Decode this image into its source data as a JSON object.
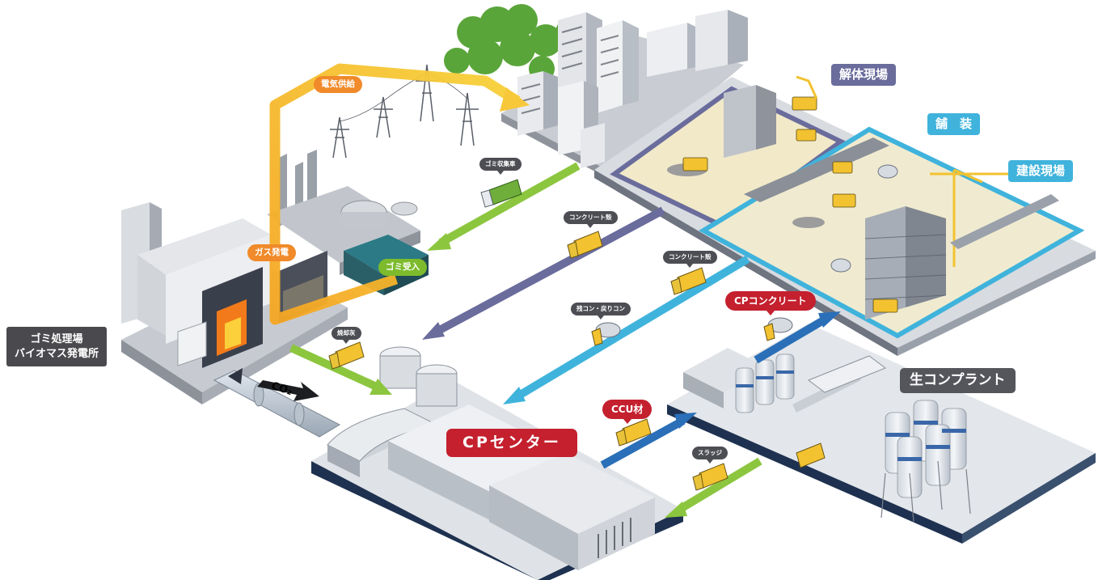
{
  "facilities": {
    "waste_plant": [
      "ゴミ処理場",
      "バイオマス発電所"
    ],
    "demolition": "解体現場",
    "paving": "舗　装",
    "construction": "建設現場",
    "ready_mix_plant": "生コンプラント",
    "cp_center": "CPセンター"
  },
  "flows": {
    "electricity": "電気供給",
    "gas_power": "ガス発電",
    "waste_intake": "ゴミ受入",
    "co2": "CO₂",
    "cp_concrete": "CPコンクリート",
    "ccu_material": "CCU材"
  },
  "vehicle_labels": {
    "garbage_truck": "ゴミ収集車",
    "concrete_debris_1": "コンクリート殻",
    "concrete_debris_2": "コンクリート殻",
    "residual_concrete": "残コン・戻りコン",
    "incineration_ash": "焼却灰",
    "sludge": "スラッジ"
  },
  "colors": {
    "orange_flow": "#f5a623",
    "green_flow": "#8cc63f",
    "purple_flow": "#6a6c9c",
    "cyan_flow": "#3fb3dc",
    "blue_flow": "#2a6fb8",
    "cp_red": "#c4202e",
    "truck_yellow": "#f2c230"
  }
}
